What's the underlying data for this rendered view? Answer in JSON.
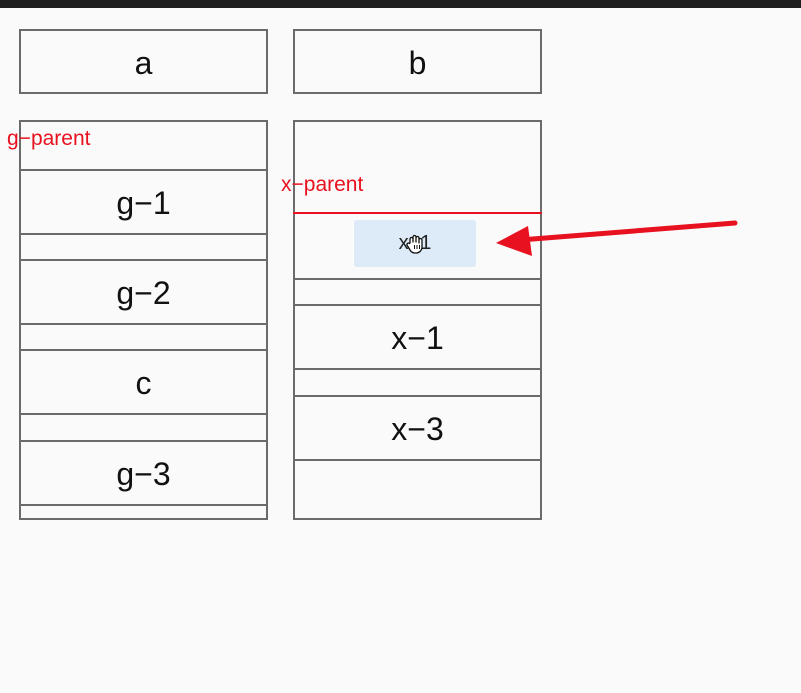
{
  "columns": {
    "left_header": "a",
    "right_header": "b"
  },
  "left_list": {
    "parent_label": "g−parent",
    "items": [
      "g−1",
      "g−2",
      "c",
      "g−3"
    ]
  },
  "right_list": {
    "parent_label": "x−parent",
    "drag_item": "x−1",
    "items": [
      "x−1",
      "x−3"
    ]
  },
  "colors": {
    "highlight": "#e8111f",
    "drag_bg": "#dcebf7",
    "border": "#6b6b6b"
  },
  "icons": {
    "cursor": "grab-hand-icon",
    "pointer": "arrow-annotation-icon"
  }
}
